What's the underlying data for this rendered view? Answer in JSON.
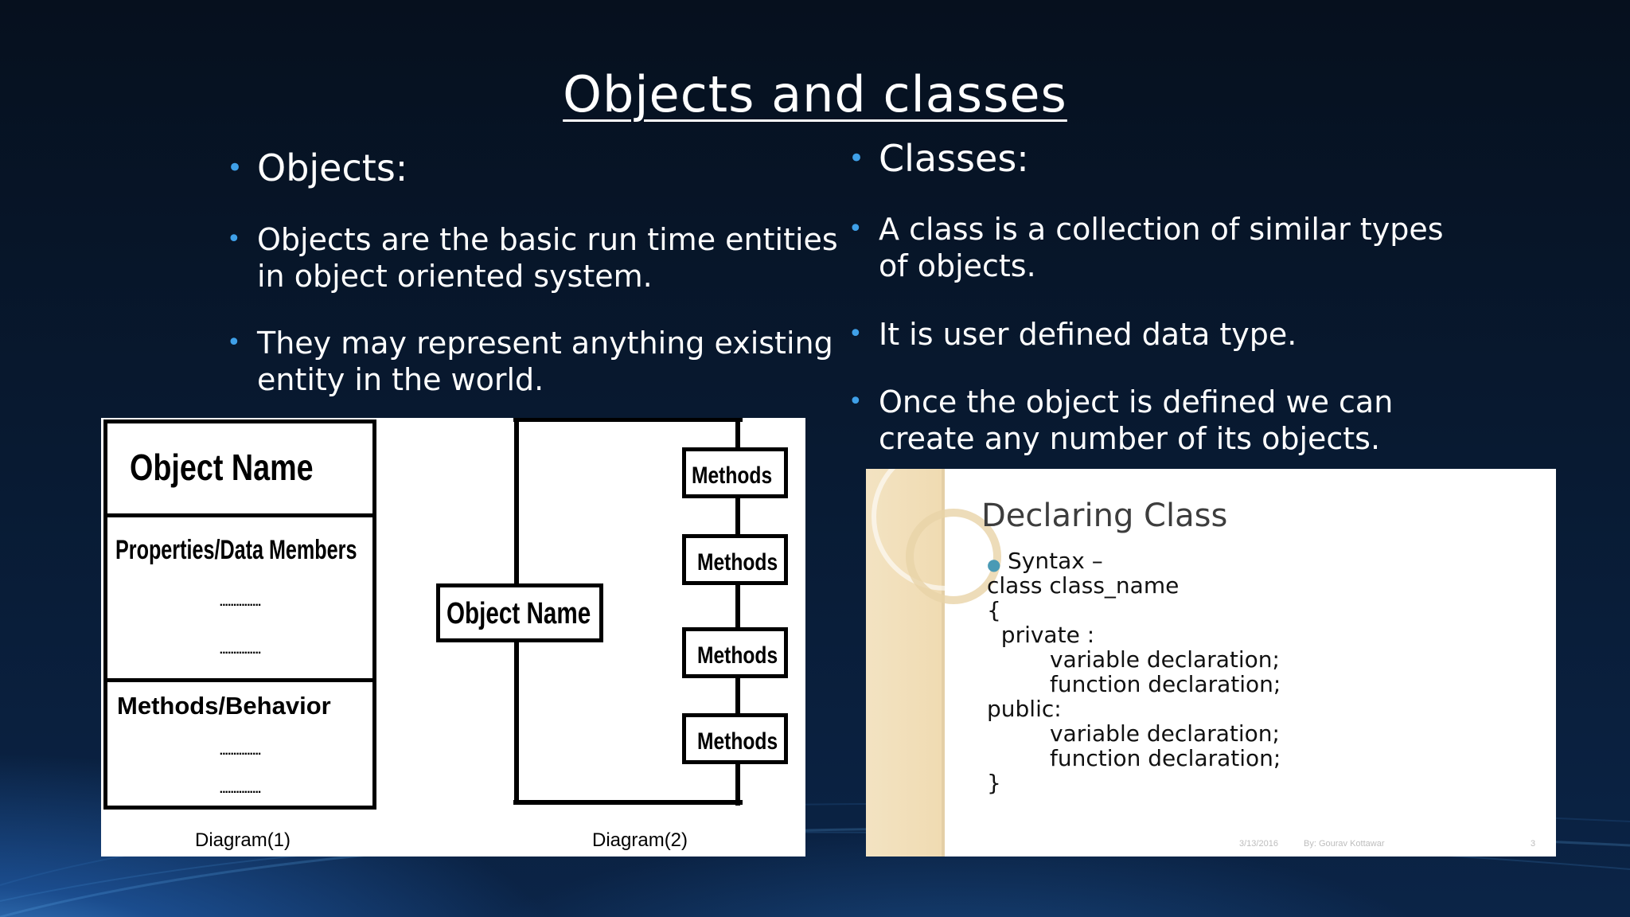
{
  "title": "Objects and classes",
  "left": {
    "heading": "Objects:",
    "bullets": [
      "Objects are the basic run time entities in object oriented system.",
      "They may represent anything existing entity in the world."
    ]
  },
  "right": {
    "heading": "Classes:",
    "bullets": [
      "A class is a collection of similar types of objects.",
      "It is user defined data type.",
      "Once the object is defined we can create any number of its objects."
    ]
  },
  "diagram1": {
    "object_name": "Object Name",
    "properties": "Properties/Data Members",
    "dots1": "...............",
    "dots2": "...............",
    "methods_behavior": "Methods/Behavior",
    "dots3": "...............",
    "dots4": "...............",
    "caption": "Diagram(1)"
  },
  "diagram2": {
    "object_name": "Object Name",
    "methods": [
      "Methods",
      "Methods",
      "Methods",
      "Methods"
    ],
    "caption": "Diagram(2)"
  },
  "declaring": {
    "title": "Declaring Class",
    "syntax": "Syntax –",
    "lines": [
      "class class_name",
      "{",
      "  private :",
      "variable declaration;",
      "function declaration;",
      "public:",
      "variable declaration;",
      "function declaration;",
      "}"
    ],
    "footer_date": "3/13/2016",
    "footer_author": "By: Gourav Kottawar",
    "footer_page": "3"
  },
  "colors": {
    "bullet": "#3fa0e8",
    "background": "#081a32"
  }
}
